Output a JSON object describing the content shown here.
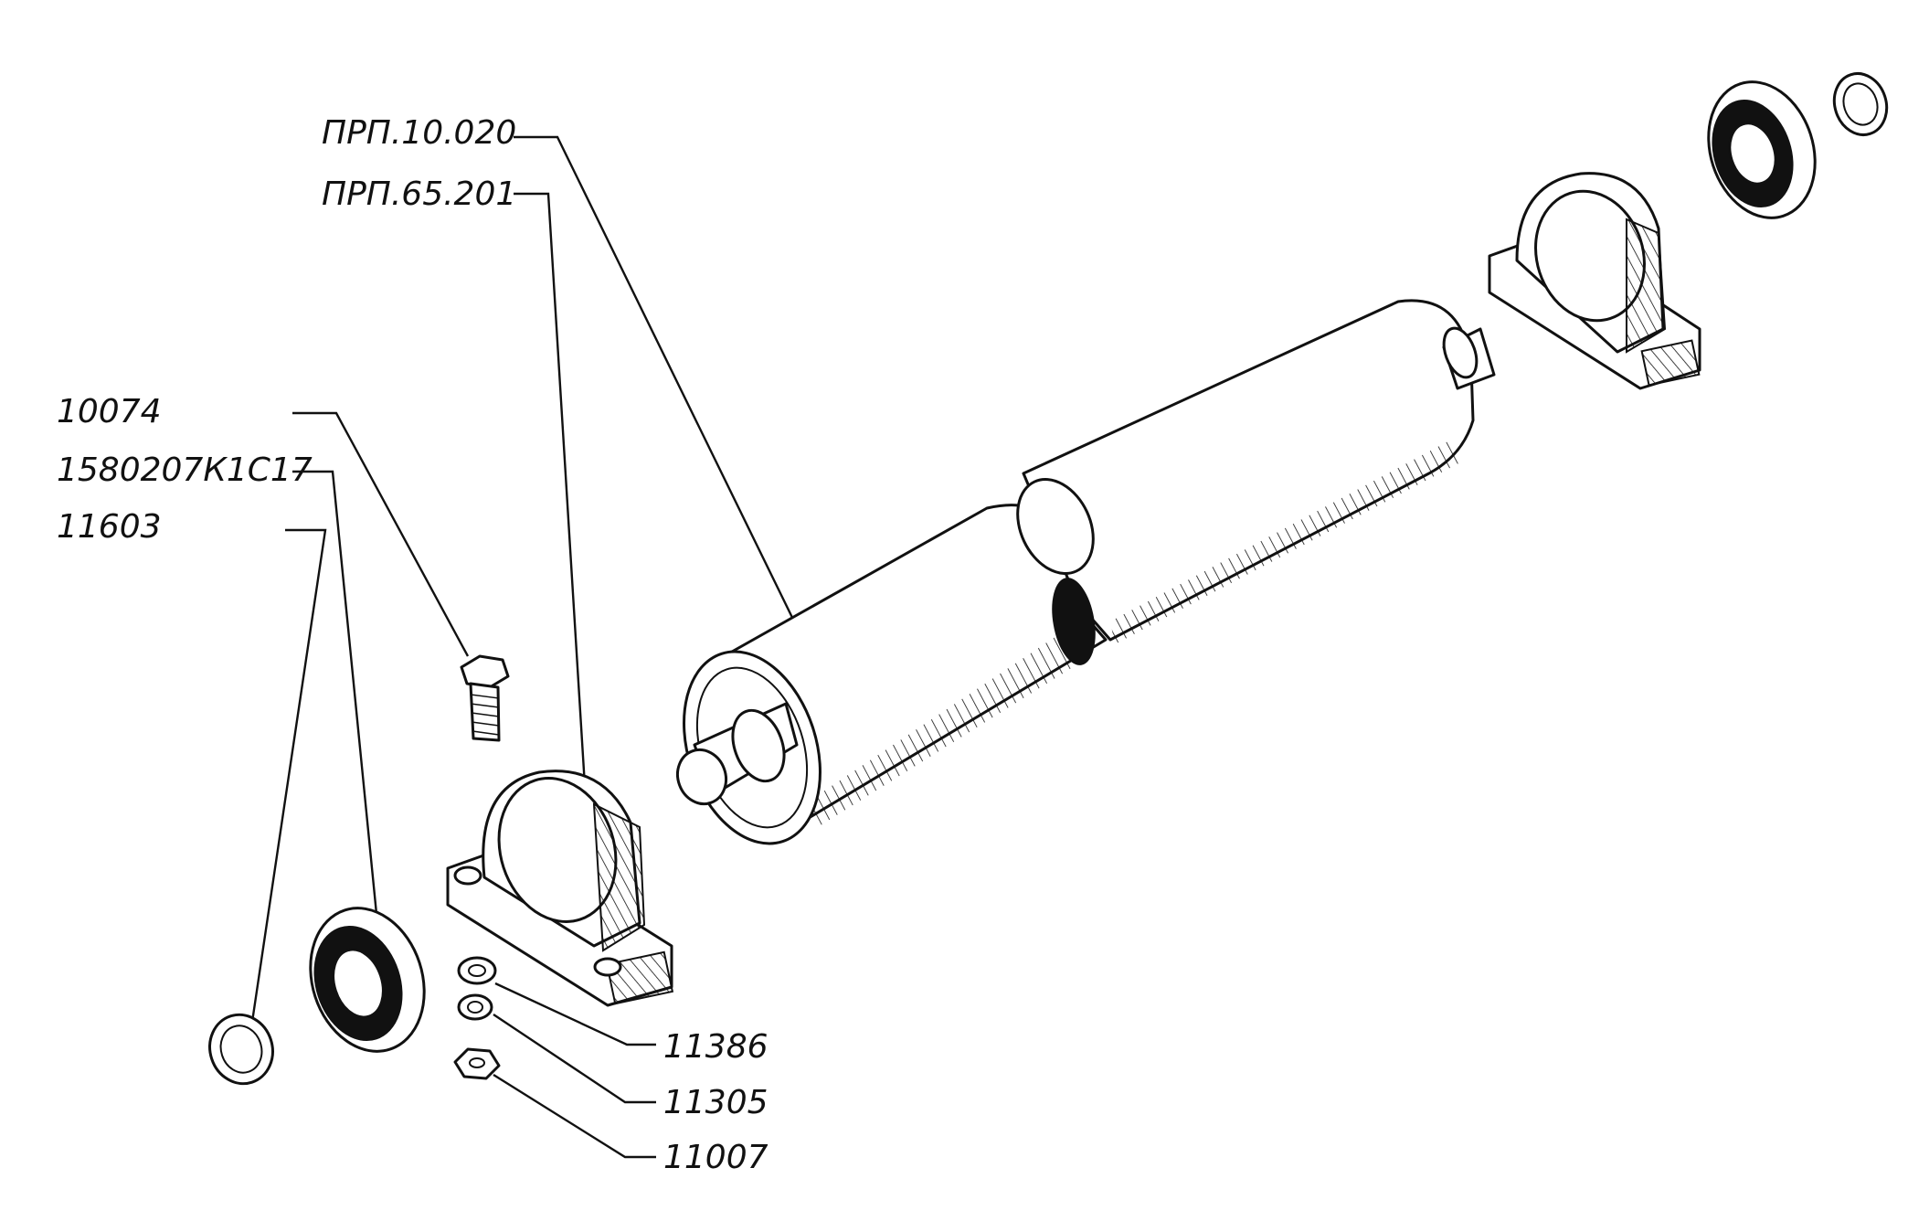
{
  "labels": {
    "prp_10_020": "ПРП.10.020",
    "prp_65_201": "ПРП.65.201",
    "p_10074": "10074",
    "p_1580207": "1580207К1С17",
    "p_11603": "11603",
    "p_11386": "11386",
    "p_11305": "11305",
    "p_11007": "11007"
  }
}
